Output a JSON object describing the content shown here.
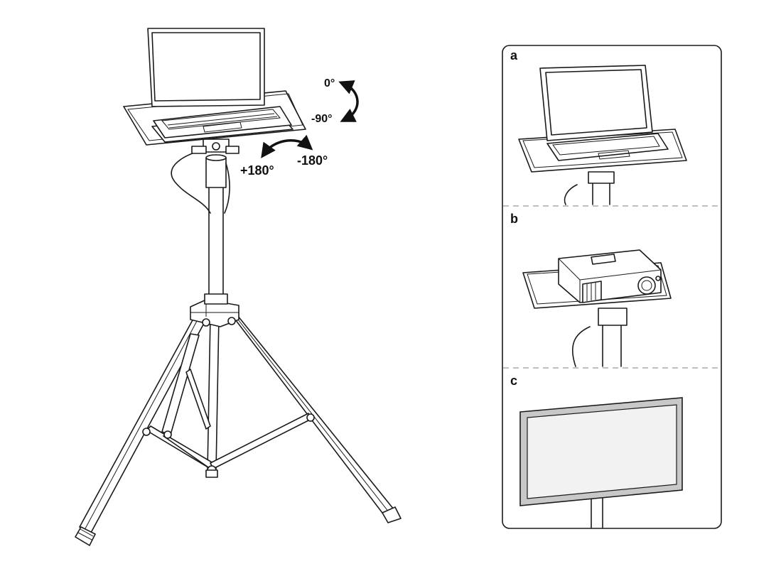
{
  "rotation": {
    "tilt_top": "0°",
    "tilt_bottom": "-90°",
    "pan_left": "+180°",
    "pan_right": "-180°"
  },
  "panels": [
    {
      "letter": "a"
    },
    {
      "letter": "b"
    },
    {
      "letter": "c"
    }
  ]
}
